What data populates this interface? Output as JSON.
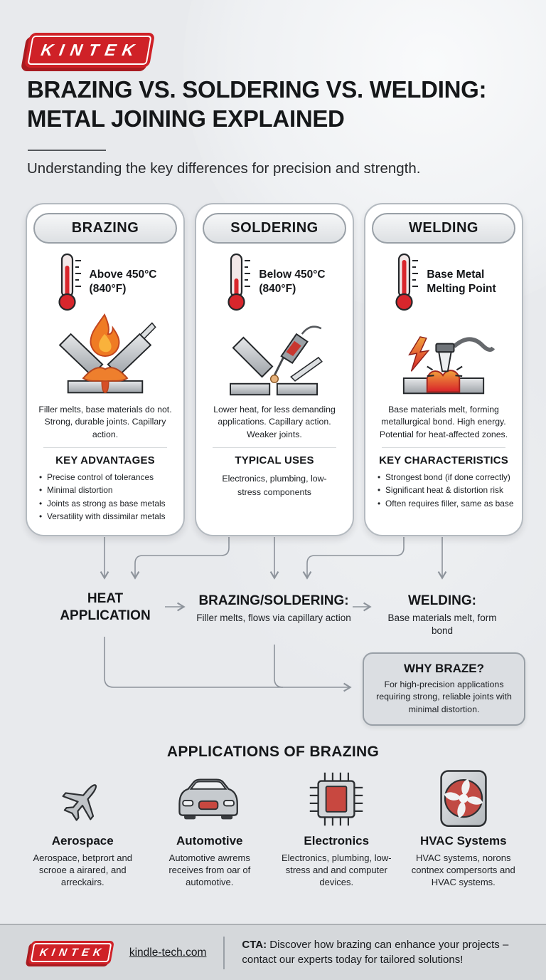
{
  "colors": {
    "accent_red": "#cf2127",
    "page_bg": "#e8eaed"
  },
  "brand": {
    "logo_text": "KINTEK"
  },
  "header": {
    "title_line1": "BRAZING VS. SOLDERING VS. WELDING:",
    "title_line2": "METAL JOINING EXPLAINED",
    "subtitle": "Understanding the key differences for precision and strength."
  },
  "cards": [
    {
      "title": "BRAZING",
      "temp_line1": "Above 450°C",
      "temp_line2": "(840°F)",
      "description": "Filler melts, base materials do not. Strong, durable joints. Capillary action.",
      "section_title": "KEY ADVANTAGES",
      "bullets": [
        "Precise control of tolerances",
        "Minimal distortion",
        "Joints as strong as base metals",
        "Versatility with dissimilar metals"
      ]
    },
    {
      "title": "SOLDERING",
      "temp_line1": "Below 450°C",
      "temp_line2": "(840°F)",
      "description": "Lower heat, for less demanding applications. Capillary action. Weaker joints.",
      "section_title": "TYPICAL USES",
      "uses_text": "Electronics, plumbing, low-stress components"
    },
    {
      "title": "WELDING",
      "temp_line1": "Base Metal",
      "temp_line2": "Melting Point",
      "description": "Base materials melt, forming metallurgical bond. High energy. Potential for heat-affected zones.",
      "section_title": "KEY CHARACTERISTICS",
      "bullets": [
        "Strongest bond (if done correctly)",
        "Significant heat & distortion risk",
        "Often requires filler, same as base"
      ]
    }
  ],
  "flow": {
    "node1_line1": "HEAT",
    "node1_line2": "APPLICATION",
    "node2_title": "BRAZING/SOLDERING:",
    "node2_sub": "Filler melts, flows via capillary action",
    "node3_title": "WELDING:",
    "node3_sub": "Base materials melt, form bond"
  },
  "why_braze": {
    "title": "WHY BRAZE?",
    "text": "For high-precision applications requiring strong, reliable joints with minimal distortion."
  },
  "applications": {
    "title": "APPLICATIONS OF BRAZING",
    "items": [
      {
        "icon": "airplane-icon",
        "label": "Aerospace",
        "description": "Aerospace, betprort and scrooe a airared, and arreckairs."
      },
      {
        "icon": "car-icon",
        "label": "Automotive",
        "description": "Automotive awrems receives from oar of automotive."
      },
      {
        "icon": "chip-icon",
        "label": "Electronics",
        "description": "Electronics, plumbing, low-stress and and computer devices."
      },
      {
        "icon": "fan-icon",
        "label": "HVAC Systems",
        "description": "HVAC systems, norons contnex compersorts and HVAC systems."
      }
    ]
  },
  "footer": {
    "logo_text": "KINTEK",
    "website": "kindle-tech.com",
    "cta_label": "CTA:",
    "cta_text": "Discover how brazing can enhance your projects – contact our experts today for tailored solutions!"
  }
}
